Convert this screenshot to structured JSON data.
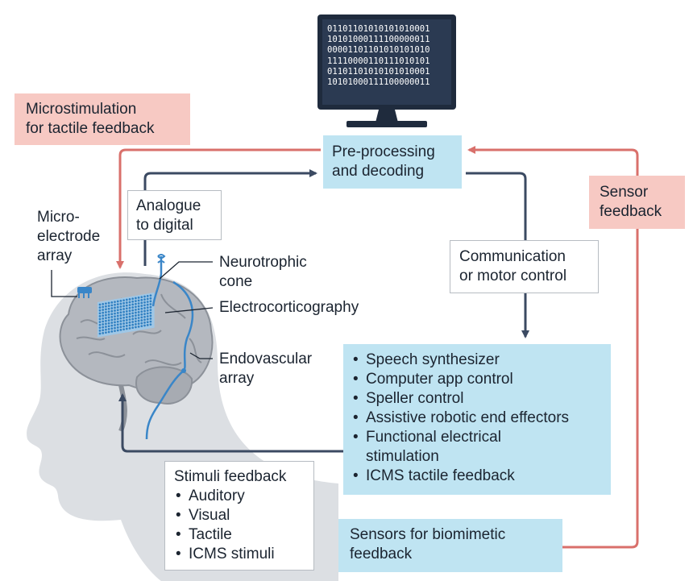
{
  "monitor": {
    "binary_lines": [
      "01101101010101010001",
      "10101000111100000011",
      "00001101101010101010",
      "11110000110111010101",
      "01101101010101010001",
      "10101000111100000011"
    ]
  },
  "labels": {
    "microstimulation": "Microstimulation\nfor tactile feedback",
    "preprocessing": "Pre-processing\nand decoding",
    "sensor_feedback": "Sensor\nfeedback",
    "analogue_to_digital": "Analogue\nto digital",
    "microelectrode_array": "Micro-\nelectrode\narray",
    "neurotrophic_cone": "Neurotrophic\ncone",
    "electrocorticography": "Electrocorticography",
    "endovascular_array": "Endovascular\narray",
    "communication": "Communication\nor motor control",
    "sensors_biomimetic": "Sensors for biomimetic\nfeedback"
  },
  "outputs": [
    "Speech synthesizer",
    "Computer app control",
    "Speller control",
    "Assistive robotic end effectors",
    "Functional electrical\nstimulation",
    "ICMS tactile feedback"
  ],
  "stimuli": {
    "title": "Stimuli feedback",
    "items": [
      "Auditory",
      "Visual",
      "Tactile",
      "ICMS stimuli"
    ]
  },
  "colors": {
    "dark_arrow": "#3b4a62",
    "red_arrow": "#d9706b",
    "blue_box": "#bfe4f2",
    "pink_box": "#f7c9c3",
    "monitor": "#1f2b3d",
    "brain": "#b4b8bf",
    "head": "#dcdfe3",
    "electrode_blue": "#3a86c8"
  }
}
